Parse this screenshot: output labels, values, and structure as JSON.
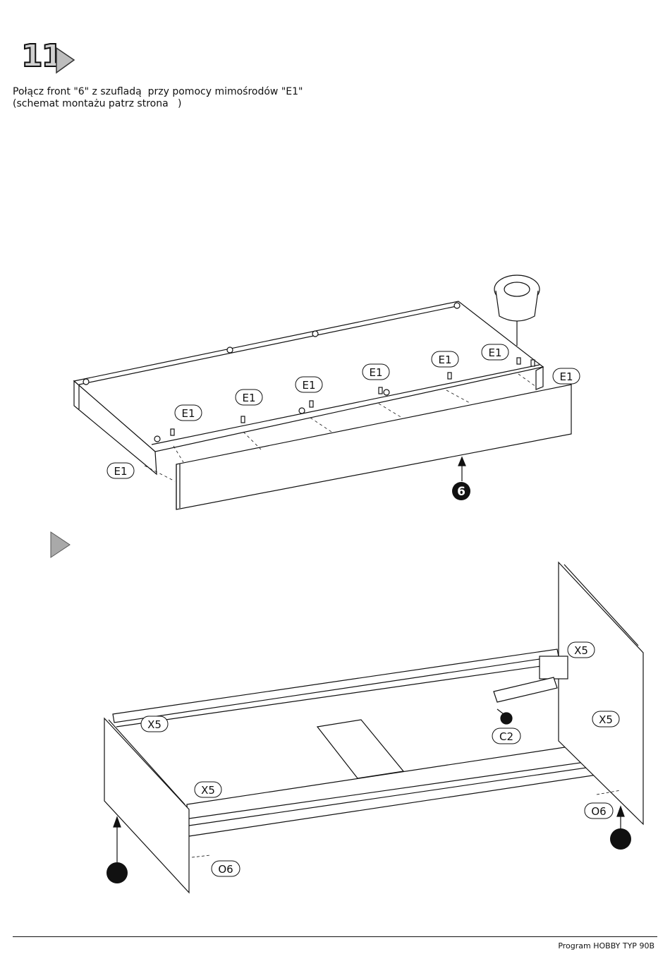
{
  "step": {
    "number": "11"
  },
  "instruction": {
    "line1": "Połącz front \"6\" z szufladą  przy pomocy mimośrodów \"E1\"",
    "line2": "(schemat montażu patrz strona   )"
  },
  "drawer_callouts": [
    "E1",
    "E1",
    "E1",
    "E1",
    "E1",
    "E1",
    "E1",
    "E1"
  ],
  "front_part_number": "6",
  "bed_callouts": {
    "x5_a": "X5",
    "x5_b": "X5",
    "x5_c": "X5",
    "x5_d": "X5",
    "c2": "C2",
    "o6_a": "O6",
    "o6_b": "O6"
  },
  "footer": {
    "text": "Program HOBBY TYP 90B"
  }
}
